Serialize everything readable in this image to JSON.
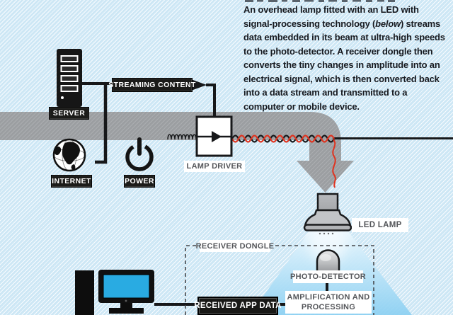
{
  "description": {
    "before": "An overhead lamp fitted with an LED with signal-processing technology (",
    "italic": "below",
    "after": ") streams data embedded in its beam at ultra-high speeds to the photo-detector. A receiver dongle then converts the tiny changes in amplitude into an electrical signal, which is then converted back into a data stream and transmitted to a computer or mobile device."
  },
  "labels": {
    "server": "SERVER",
    "internet": "INTERNET",
    "power": "POWER",
    "streaming_content": "STREAMING CONTENT",
    "lamp_driver": "LAMP DRIVER",
    "led_lamp": "LED LAMP",
    "receiver_dongle": "RECEIVER DONGLE",
    "photo_detector": "PHOTO-DETECTOR",
    "amplification": "AMPLIFICATION AND\nPROCESSING",
    "received_app_data": "RECEIVED APP DATA"
  },
  "icons": {
    "server": "server-tower-icon",
    "internet": "globe-icon",
    "power": "power-icon",
    "led_lamp": "led-lamp-icon",
    "photo_detector": "photo-detector-dome-icon",
    "computer": "desktop-computer-icon",
    "data_flow": "pipe-down-arrow"
  },
  "colors": {
    "background": "#cde7f5",
    "pipe_gray": "#9b9ea1",
    "screen_blue": "#29abe2",
    "beam_blue": "#8fd1f2",
    "wire_red": "#df3420",
    "label_gray": "#54565a",
    "ink": "#171a20"
  }
}
